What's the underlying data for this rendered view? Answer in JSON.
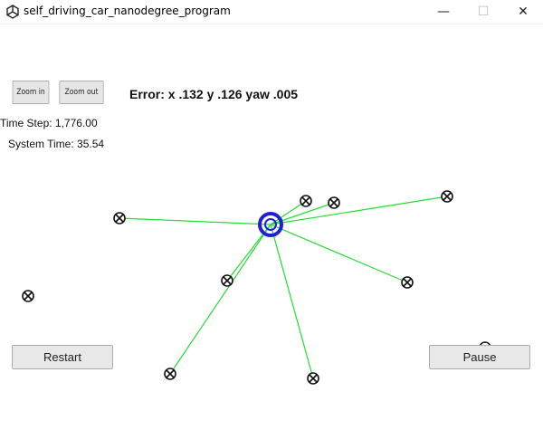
{
  "window": {
    "title": "self_driving_car_nanodegree_program",
    "controls": {
      "minimize": "—",
      "maximize": "☐",
      "close": "✕"
    }
  },
  "toolbar": {
    "zoom_in_label": "Zoom in",
    "zoom_out_label": "Zoom out"
  },
  "error": {
    "text": "Error: x .132 y .126 yaw .005"
  },
  "stats": {
    "time_step": "Time Step: 1,776.00",
    "system_time": "System Time: 35.54"
  },
  "controls": {
    "restart_label": "Restart",
    "pause_label": "Pause"
  },
  "colors": {
    "car": "#1f1fd6",
    "observation_line": "#22dd33",
    "landmark": "#111111"
  }
}
